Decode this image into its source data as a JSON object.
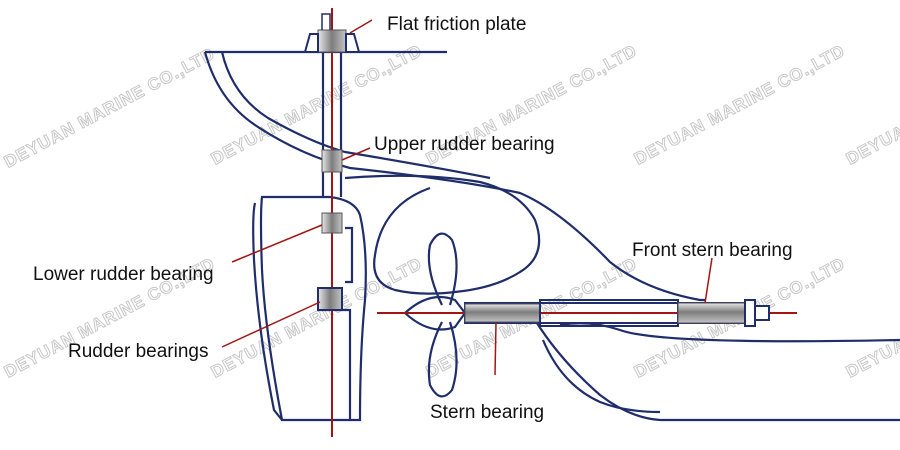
{
  "colors": {
    "outline": "#1f2d6b",
    "shaft": "#a31515",
    "bearing_fill": "#8a8a8a",
    "leader": "#a31515"
  },
  "labels": {
    "flat_friction_plate": "Flat friction plate",
    "upper_rudder_bearing": "Upper rudder bearing",
    "lower_rudder_bearing": "Lower rudder bearing",
    "rudder_bearings": "Rudder bearings",
    "front_stern_bearing": "Front stern bearing",
    "stern_bearing": "Stern bearing"
  },
  "watermark": "DEYUAN MARINE CO.,LTD"
}
